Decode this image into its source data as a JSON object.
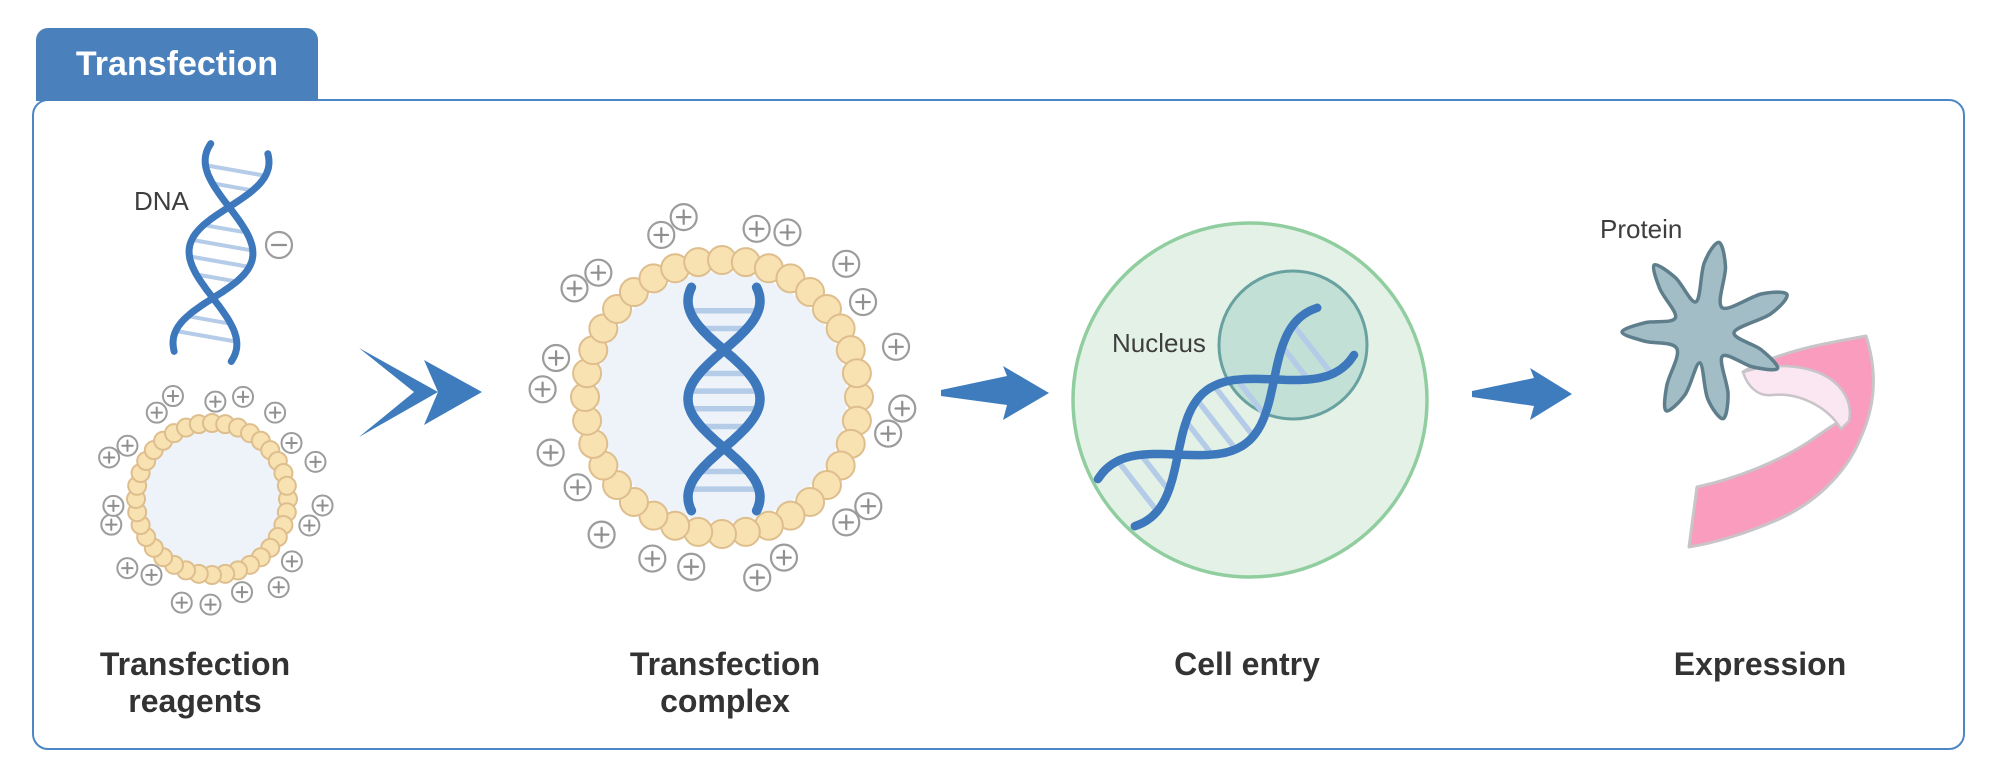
{
  "title_tab": {
    "label": "Transfection"
  },
  "stages": [
    {
      "id": "transfection-reagents",
      "label_lines": [
        "Transfection",
        "reagents"
      ]
    },
    {
      "id": "transfection-complex",
      "label_lines": [
        "Transfection",
        "complex"
      ]
    },
    {
      "id": "cell-entry",
      "label_lines": [
        "Cell entry"
      ]
    },
    {
      "id": "expression",
      "label_lines": [
        "Expression"
      ]
    }
  ],
  "annotations": {
    "dna": "DNA",
    "nucleus": "Nucleus",
    "protein": "Protein"
  },
  "charge_symbols": {
    "positive": "+",
    "negative": "−"
  },
  "colors": {
    "tab_blue": "#4A80BB",
    "tab_text": "#FFFFFF",
    "panel_border": "#4C86C6",
    "arrow": "#3E7CBE",
    "dna_strand": "#3C78BB",
    "dna_rung": "#B5CCE9",
    "bead_fill": "#F8E2B2",
    "bead_stroke": "#DFBE8E",
    "liposome_interior": "#EDF3F9",
    "charge_stroke": "#9C9C9C",
    "charge_glyph": "#8F8F8F",
    "cell_fill": "#E4F1E7",
    "cell_stroke": "#90CE9F",
    "nucleus_fill": "#C2E0D6",
    "nucleus_stroke": "#68A1A0",
    "protein_fill": "#A3BDC7",
    "protein_stroke": "#5E7E8B",
    "ribbon_pink": "#F99CBE",
    "ribbon_face": "#FBE7F1",
    "ribbon_outline": "#C8C4C8",
    "label": "#333333",
    "annotation": "#3E3E3E"
  }
}
